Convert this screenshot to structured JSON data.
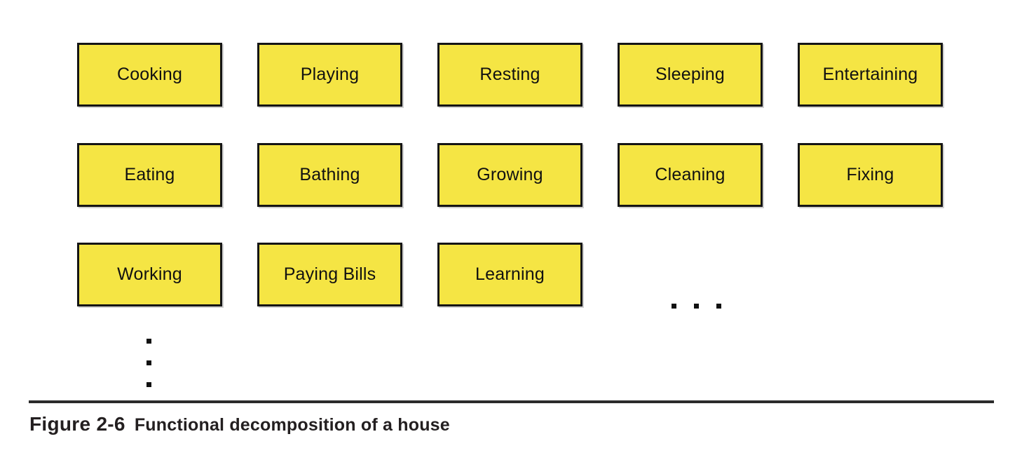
{
  "diagram": {
    "rows": [
      {
        "items": [
          "Cooking",
          "Playing",
          "Resting",
          "Sleeping",
          "Entertaining"
        ]
      },
      {
        "items": [
          "Eating",
          "Bathing",
          "Growing",
          "Cleaning",
          "Fixing"
        ]
      },
      {
        "items": [
          "Working",
          "Paying Bills",
          "Learning"
        ]
      }
    ],
    "horizontal_ellipsis": {
      "count": 3
    },
    "vertical_ellipsis": {
      "count": 3
    },
    "box_fill_color": "#f5e544",
    "box_border_color": "#151515"
  },
  "caption": {
    "label": "Figure 2-6",
    "text": "Functional decomposition of a house"
  }
}
